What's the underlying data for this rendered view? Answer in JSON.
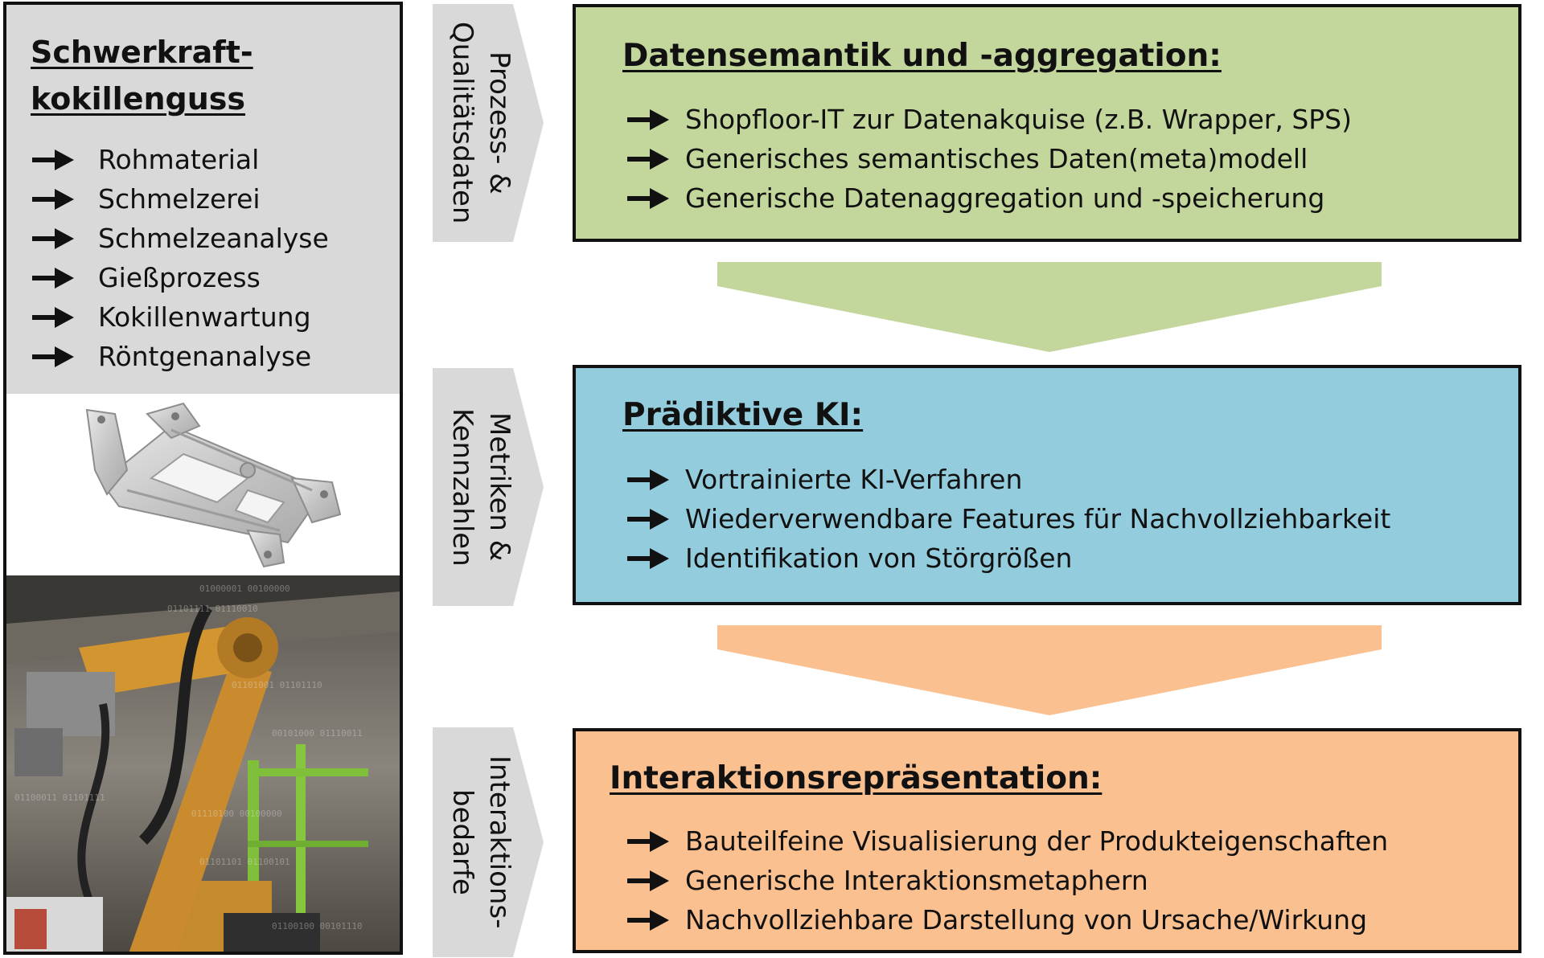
{
  "colors": {
    "green": "#c3d69b",
    "blue": "#93cddd",
    "orange": "#fac090",
    "gray_panel": "#d9d9d9",
    "chevron_gray": "#d9d9d9",
    "border": "#111111"
  },
  "left_panel": {
    "title": "Schwerkraft-\nkokillenguss",
    "items": [
      "Rohmaterial",
      "Schmelzerei",
      "Schmelzeanalyse",
      "Gießprozess",
      "Kokillenwartung",
      "Röntgenanalyse"
    ],
    "icons": [
      "cast-part-icon",
      "robot-foundry-photo"
    ]
  },
  "chevrons": [
    {
      "label": "Prozess- &\nQualitätsdaten"
    },
    {
      "label": "Metriken &\nKennzahlen"
    },
    {
      "label": "Interaktions-\nbedarfe"
    }
  ],
  "boxes": [
    {
      "title": "Datensemantik und -aggregation:",
      "items": [
        "Shopfloor-IT zur Datenakquise (z.B. Wrapper, SPS)",
        "Generisches semantisches Daten(meta)modell",
        "Generische Datenaggregation und -speicherung"
      ]
    },
    {
      "title": "Prädiktive KI:",
      "items": [
        "Vortrainierte KI-Verfahren",
        "Wiederverwendbare Features für Nachvollziehbarkeit",
        "Identifikation von Störgrößen"
      ]
    },
    {
      "title": "Interaktionsrepräsentation:",
      "items": [
        "Bauteilfeine Visualisierung der Produkteigenschaften",
        "Generische Interaktionsmetaphern",
        "Nachvollziehbare Darstellung von Ursache/Wirkung"
      ]
    }
  ]
}
